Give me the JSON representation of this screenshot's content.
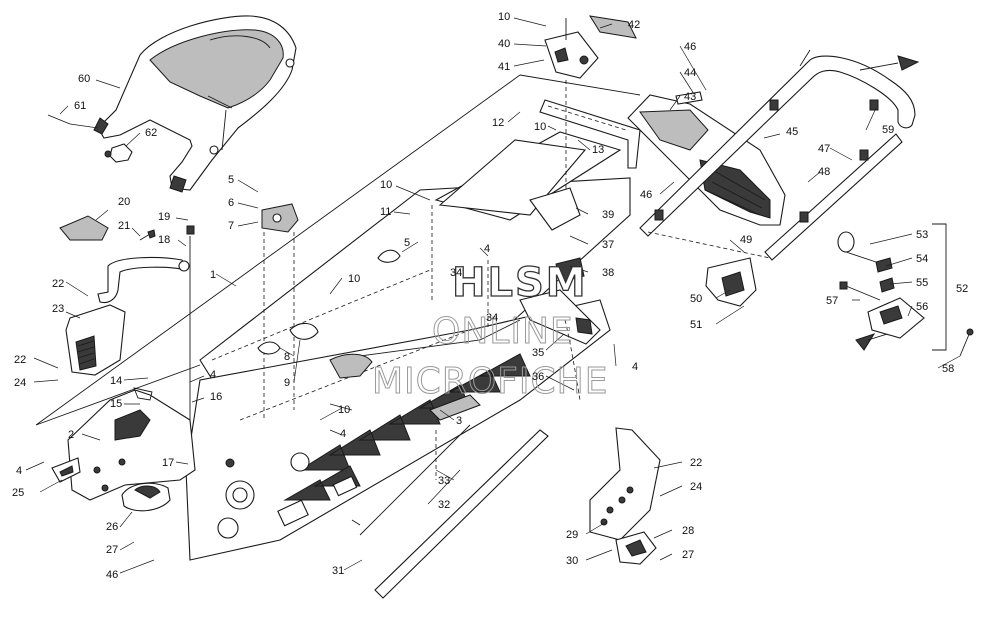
{
  "watermark": {
    "line1": "HLSM",
    "line2": "ONLINE",
    "line3": "MICROFICHE"
  },
  "callouts": [
    {
      "id": "c60",
      "text": "60"
    },
    {
      "id": "c61",
      "text": "61"
    },
    {
      "id": "c62",
      "text": "62"
    },
    {
      "id": "c20",
      "text": "20"
    },
    {
      "id": "c21",
      "text": "21"
    },
    {
      "id": "c19",
      "text": "19"
    },
    {
      "id": "c18",
      "text": "18"
    },
    {
      "id": "c5a",
      "text": "5"
    },
    {
      "id": "c6",
      "text": "6"
    },
    {
      "id": "c7",
      "text": "7"
    },
    {
      "id": "c1",
      "text": "1"
    },
    {
      "id": "c22a",
      "text": "22"
    },
    {
      "id": "c23",
      "text": "23"
    },
    {
      "id": "c22b",
      "text": "22"
    },
    {
      "id": "c24a",
      "text": "24"
    },
    {
      "id": "c14",
      "text": "14"
    },
    {
      "id": "c15",
      "text": "15"
    },
    {
      "id": "c4a",
      "text": "4"
    },
    {
      "id": "c16",
      "text": "16"
    },
    {
      "id": "c2",
      "text": "2"
    },
    {
      "id": "c4b",
      "text": "4"
    },
    {
      "id": "c25",
      "text": "25"
    },
    {
      "id": "c17",
      "text": "17"
    },
    {
      "id": "c26",
      "text": "26"
    },
    {
      "id": "c27a",
      "text": "27"
    },
    {
      "id": "c46a",
      "text": "46"
    },
    {
      "id": "c8",
      "text": "8"
    },
    {
      "id": "c9",
      "text": "9"
    },
    {
      "id": "c10a",
      "text": "10"
    },
    {
      "id": "c4c",
      "text": "4"
    },
    {
      "id": "c10b",
      "text": "10"
    },
    {
      "id": "c5b",
      "text": "5"
    },
    {
      "id": "c11",
      "text": "11"
    },
    {
      "id": "c10c",
      "text": "10"
    },
    {
      "id": "c4d",
      "text": "4"
    },
    {
      "id": "c34a",
      "text": "34"
    },
    {
      "id": "c34b",
      "text": "34"
    },
    {
      "id": "c3",
      "text": "3"
    },
    {
      "id": "c33",
      "text": "33"
    },
    {
      "id": "c32",
      "text": "32"
    },
    {
      "id": "c31",
      "text": "31"
    },
    {
      "id": "c10d",
      "text": "10"
    },
    {
      "id": "c40",
      "text": "40"
    },
    {
      "id": "c41",
      "text": "41"
    },
    {
      "id": "c42",
      "text": "42"
    },
    {
      "id": "c12",
      "text": "12"
    },
    {
      "id": "c10e",
      "text": "10"
    },
    {
      "id": "c13",
      "text": "13"
    },
    {
      "id": "c39",
      "text": "39"
    },
    {
      "id": "c37",
      "text": "37"
    },
    {
      "id": "c38",
      "text": "38"
    },
    {
      "id": "c35",
      "text": "35"
    },
    {
      "id": "c36",
      "text": "36"
    },
    {
      "id": "c4e",
      "text": "4"
    },
    {
      "id": "c46b",
      "text": "46"
    },
    {
      "id": "c44",
      "text": "44"
    },
    {
      "id": "c43",
      "text": "43"
    },
    {
      "id": "c45",
      "text": "45"
    },
    {
      "id": "c46c",
      "text": "46"
    },
    {
      "id": "c47",
      "text": "47"
    },
    {
      "id": "c48",
      "text": "48"
    },
    {
      "id": "c59",
      "text": "59"
    },
    {
      "id": "c49",
      "text": "49"
    },
    {
      "id": "c50",
      "text": "50"
    },
    {
      "id": "c51",
      "text": "51"
    },
    {
      "id": "c53",
      "text": "53"
    },
    {
      "id": "c54",
      "text": "54"
    },
    {
      "id": "c55",
      "text": "55"
    },
    {
      "id": "c52",
      "text": "52"
    },
    {
      "id": "c57",
      "text": "57"
    },
    {
      "id": "c56",
      "text": "56"
    },
    {
      "id": "c58",
      "text": "58"
    },
    {
      "id": "c22c",
      "text": "22"
    },
    {
      "id": "c24b",
      "text": "24"
    },
    {
      "id": "c28",
      "text": "28"
    },
    {
      "id": "c29",
      "text": "29"
    },
    {
      "id": "c30",
      "text": "30"
    },
    {
      "id": "c27b",
      "text": "27"
    }
  ]
}
